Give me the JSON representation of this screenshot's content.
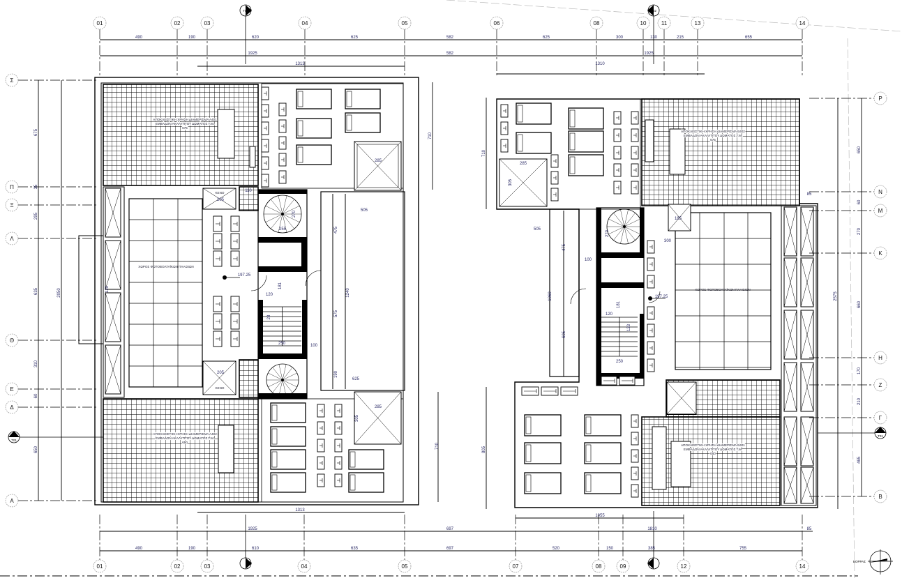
{
  "drawing": {
    "grid_top": [
      "01",
      "02",
      "03",
      "04",
      "05",
      "06",
      "08",
      "10",
      "11",
      "13",
      "14"
    ],
    "grid_bottom": [
      "01",
      "02",
      "03",
      "04",
      "05",
      "07",
      "08",
      "09",
      "12",
      "14"
    ],
    "grid_left": [
      "Σ",
      "Π",
      "Ξ",
      "Λ",
      "Θ",
      "Ε",
      "Δ",
      "Α"
    ],
    "grid_right": [
      "Ρ",
      "Ν",
      "Μ",
      "Κ",
      "Η",
      "Ζ",
      "Γ",
      "Β"
    ],
    "section_marks": {
      "vertical": "Τ02",
      "horizontal": "Τ01"
    },
    "dims_top_1": [
      "490",
      "190",
      "620",
      "625",
      "582",
      "625",
      "300",
      "130",
      "215",
      "655"
    ],
    "dims_top_2": [
      "1925",
      "582",
      "1925"
    ],
    "dims_top_3": [
      "1313",
      "1310"
    ],
    "dims_bottom_1": [
      "490",
      "190",
      "610",
      "635",
      "697",
      "520",
      "150",
      "385",
      "755"
    ],
    "dims_bottom_2": [
      "1925",
      "697",
      "1810",
      "85"
    ],
    "dims_bottom_3": [
      "1313",
      "1055"
    ],
    "dims_left": [
      "675",
      "35",
      "295",
      "635",
      "310",
      "60",
      "650",
      "2050"
    ],
    "dims_right": [
      "650",
      "60",
      "270",
      "660",
      "170",
      "210",
      "465",
      "2575",
      "85"
    ],
    "dims_interior": [
      "205",
      "255",
      "270",
      "181",
      "120",
      "250",
      "100",
      "505",
      "475",
      "1240",
      "575",
      "190",
      "625",
      "285",
      "305",
      "710",
      "710",
      "285",
      "205",
      "110",
      "285",
      "305",
      "710",
      "505",
      "475",
      "1060",
      "605",
      "100",
      "270",
      "300",
      "185",
      "181",
      "120",
      "123",
      "250",
      "805",
      "120",
      "28"
    ],
    "elevations": [
      "197.25",
      "197.25"
    ],
    "rooms": {
      "pv_area": "ΧΩΡΟΣ ΦΩΤΟΒΟΛΤΑΪΚΩΝ ΠΛΑΙΣΙΩΝ",
      "void": "ΚΕΝΟ",
      "exclusive_use": [
        {
          "line1": "ΑΠΟΚΛΕΙΣΤΙΚΗ ΧΡΗΣΗ ΔΙΑΜΕΡΙΣΜΑ Α401",
          "line2": "ΕΜΒΑΔΟΝ ΑΚΑΛΥΠΤΟΥ ΔΩΜΑΤΟΣ Τ.Μ.",
          "line3": "675"
        },
        {
          "line1": "ΑΠΟΚΛΕΙΣΤΙΚΗ ΧΡΗΣΗ ΔΙΑΜΕΡΙΣΜΑ Α402",
          "line2": "ΕΜΒΑΔΟΝ ΑΚΑΛΥΠΤΟΥ ΔΩΜΑΤΟΣ Τ.Μ.",
          "line3": "650"
        },
        {
          "line1": "ΑΠΟΚΛΕΙΣΤΙΚΗ ΧΡΗΣΗ ΔΙΑΜΕΡΙΣΜΑ Β402",
          "line2": "ΕΜΒΑΔΟΝ ΑΚΑΛΥΠΤΟΥ ΔΩΜΑΤΟΣ Τ.Μ.",
          "line3": "675"
        },
        {
          "line1": "ΑΠΟΚΛΕΙΣΤΙΚΗ ΧΡΗΣΗ ΔΙΑΜΕΡΙΣΜΑ Β401",
          "line2": "ΕΜΒΑΔΟΝ ΑΚΑΛΥΠΤΟΥ ΔΩΜΑΤΟΣ Τ.Μ.",
          "line3": "650"
        }
      ]
    },
    "north_label": "ΒΟΡΡΑΣ",
    "colors": {
      "line": "#000000",
      "dimension_text": "#2a2a66",
      "grid_bubble": "#999999",
      "property_line": "#bbbbbb"
    }
  }
}
